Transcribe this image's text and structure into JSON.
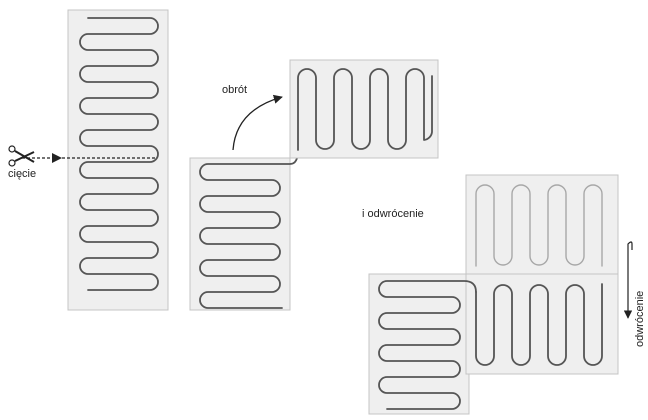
{
  "labels": {
    "cut": "cięcie",
    "rotate": "obrót",
    "and_flip": "i odwrócenie",
    "flip": "odwrócenie"
  },
  "icons": {
    "cut": "scissors-icon"
  },
  "colors": {
    "mat_fill": "#efefef",
    "mat_border": "#c4c4c4",
    "wire": "#555555",
    "wire_ghost": "#a8a8a8",
    "arrow": "#222222"
  }
}
